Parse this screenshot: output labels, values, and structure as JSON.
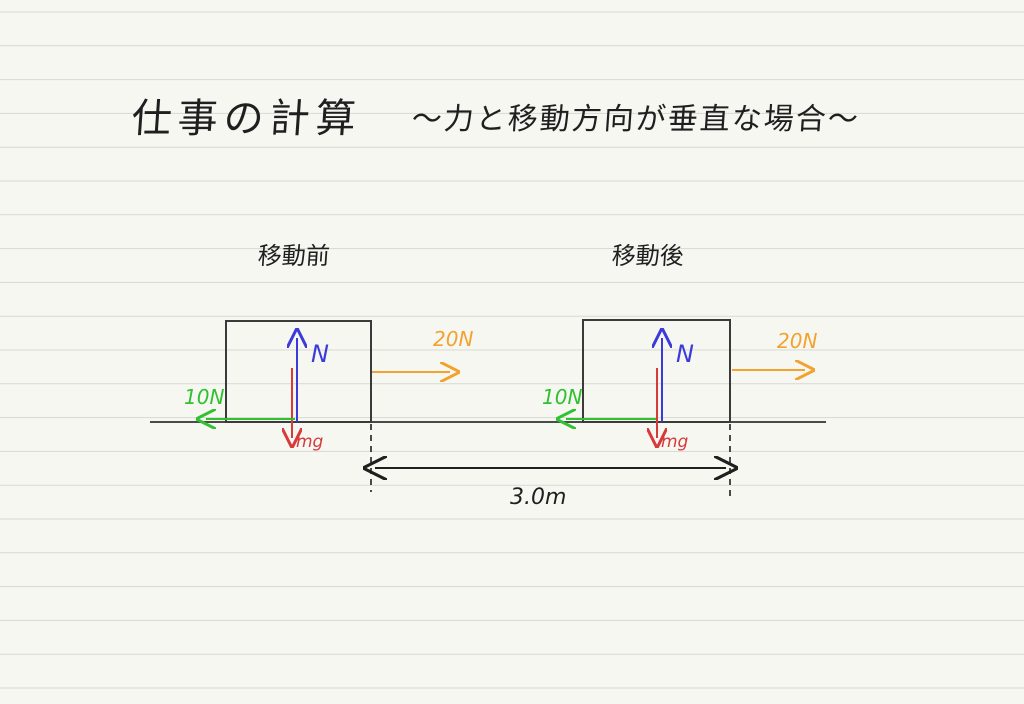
{
  "title": "仕事の計算",
  "subtitle": "～力と移動方向が垂直な場合～",
  "states": {
    "before": "移動前",
    "after": "移動後"
  },
  "forces": {
    "normal": "N",
    "gravity": "mg",
    "friction": "10N",
    "applied": "20N"
  },
  "distance": "3.0m",
  "colors": {
    "normal": "#3b3bd9",
    "gravity": "#d63a3a",
    "friction": "#2fc12f",
    "applied": "#f2a32f",
    "ink": "#1f1f1f",
    "ruled_line": "#d9d9d3"
  }
}
